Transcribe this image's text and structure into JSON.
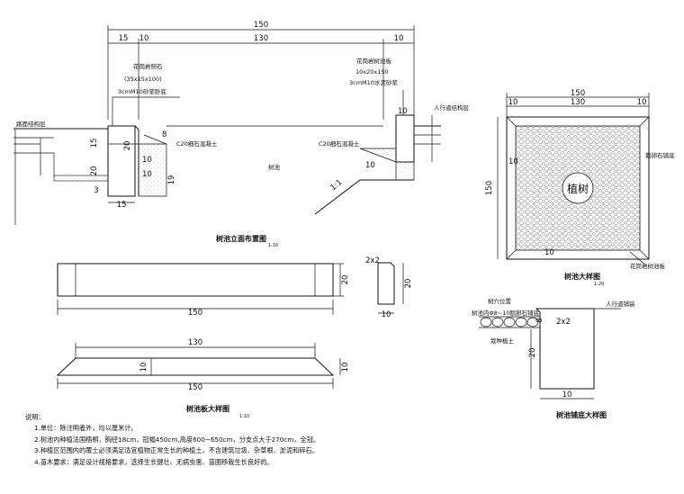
{
  "elevation": {
    "title": "树池立面布置图",
    "scale": "1:10",
    "dims": {
      "total": "150",
      "seg_left": "15",
      "seg_left2": "10",
      "seg_mid": "130",
      "seg_right": "10",
      "curb_h_top": "15",
      "curb_h_inner": "20",
      "curb_base": "20",
      "curb_small": "3",
      "curb_w": "15",
      "step8": "8",
      "c10a": "10",
      "c10b": "10",
      "h19": "19",
      "r10": "10",
      "r10b": "10",
      "slope": "1:1"
    },
    "labels": {
      "curb_stone": "花岗岩侧石",
      "curb_size": "(35x15x100)",
      "mortar_left": "3cmM10砂浆卧底",
      "plate": "花岗岩树池板",
      "plate_size": "10x20x150",
      "mortar_right": "3cmM10水泥砂浆",
      "road_layer": "路面结构层",
      "walk_layer": "人行道结构层",
      "concrete_left": "C20细石混凝土",
      "concrete_right": "C20细石混凝土",
      "pit": "树池"
    }
  },
  "plan": {
    "title": "树池大样图",
    "scale": "1:20",
    "dims": {
      "total": "150",
      "left": "10",
      "mid": "130",
      "right": "10",
      "height": "150",
      "inner": "10",
      "bottom": "10"
    },
    "labels": {
      "pebble": "鹅卵石铺底",
      "granite": "花岗岩树池板",
      "tree": "植树"
    }
  },
  "plate": {
    "title": "树池板大样图",
    "scale": "1:10",
    "dims": {
      "top_len": "150",
      "top_h": "20",
      "sec_top": "2x2",
      "sec_h": "20",
      "sec_w": "10",
      "bot_top": "130",
      "bot_h": "10",
      "bot_h2": "10",
      "bot_len": "150"
    }
  },
  "detail": {
    "title": "树池铺底大样图",
    "labels": {
      "hole": "树穴位置",
      "pebble": "树池内Φ8~10鹅卵石铺底",
      "soil": "栽种植土",
      "walk": "人行道铺装"
    },
    "dims": {
      "top": "2x2",
      "h8": "8",
      "h20": "20",
      "w10": "10"
    }
  },
  "notes": {
    "heading": "说明：",
    "items": [
      "1.单位：除注明者外，均以厘米计。",
      "2.树池内种植法国梧桐，胸径18cm，冠幅450cm,高度600~650cm，分支点大于270cm，全冠。",
      "3.种植区范围内的覆土必须满足适宜植物正常生长的种植土，不含建筑垃圾、杂草根、淤泥和碎石。",
      "4.苗木要求：满足设计规格要求，选择生长健壮、无病虫害、苗圃移栽生长良好的。"
    ]
  }
}
